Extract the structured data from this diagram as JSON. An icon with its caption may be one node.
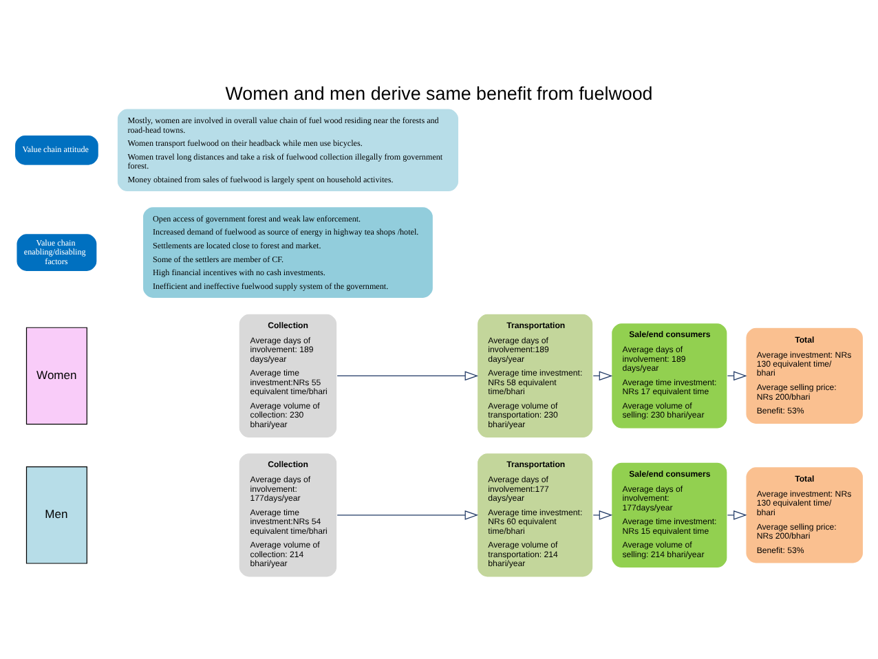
{
  "diagram": {
    "title": "Women and men derive same benefit from fuelwood",
    "nodes": [
      {
        "text": [
          "Value chain attitude"
        ]
      },
      {
        "text": [
          "Mostly, women are involved in overall value chain of fuel wood residing near the forests and road-head towns.",
          "Women transport fuelwood on their headback while men use bicycles.",
          "Women travel long distances and take a risk of fuelwood collection illegally from government forest.",
          "Money obtained from sales of fuelwood is largely spent on household activites."
        ]
      },
      {
        "text": [
          "Value chain enabling/disabling factors"
        ]
      },
      {
        "text": [
          "Open access of government forest and weak law enforcement.",
          "Increased demand of fuelwood as source of energy in highway tea shops /hotel.",
          "Settlements are located close to forest and market.",
          "Some of the settlers are member of CF.",
          "High financial incentives with no cash investments.",
          "Inefficient and ineffective fuelwood supply system of the government."
        ]
      },
      {
        "text": [
          "Women"
        ]
      },
      {
        "text": [
          "Collection",
          "Average days of involvement: 189 days/year",
          "Average time investment:NRs 55 equivalent time/bhari",
          "Average volume of collection: 230 bhari/year"
        ]
      },
      {
        "text": [
          "Transportation",
          "Average days of involvement:189 days/year",
          "Average time investment: NRs 58 equivalent time/bhari",
          "Average volume of transportation: 230 bhari/year"
        ]
      },
      {
        "text": [
          "Sale/end consumers",
          "Average days of involvement: 189 days/year",
          "Average time investment: NRs 17 equivalent time",
          "Average volume of selling: 230 bhari/year"
        ]
      },
      {
        "text": [
          "Total",
          "Average investment: NRs 130 equivalent time/ bhari",
          "Average selling price: NRs 200/bhari",
          "Benefit: 53%"
        ]
      },
      {
        "text": [
          "Men"
        ]
      },
      {
        "text": [
          "Collection",
          "Average days of involvement: 177days/year",
          "Average time investment:NRs 54 equivalent time/bhari",
          "Average volume of collection: 214 bhari/year"
        ]
      },
      {
        "text": [
          "Transportation",
          "Average days of involvement:177 days/year",
          "Average time investment: NRs 60 equivalent time/bhari",
          "Average volume of transportation: 214 bhari/year"
        ]
      },
      {
        "text": [
          "Sale/end consumers",
          "Average days of involvement: 177days/year",
          "Average time investment:  NRs 15 equivalent time",
          "Average volume of selling: 214 bhari/year"
        ]
      },
      {
        "text": [
          "Total",
          "Average investment: NRs 130 equivalent time/ bhari",
          "Average selling price: NRs 200/bhari",
          "Benefit: 53%"
        ]
      }
    ],
    "edges": [
      {
        "from": 5,
        "to": 6,
        "arrow": "to"
      },
      {
        "from": 6,
        "to": 7,
        "arrow": "to"
      },
      {
        "from": 7,
        "to": 8,
        "arrow": "to"
      },
      {
        "from": 10,
        "to": 11,
        "arrow": "to"
      },
      {
        "from": 11,
        "to": 12,
        "arrow": "to"
      },
      {
        "from": 12,
        "to": 13,
        "arrow": "to"
      }
    ]
  }
}
